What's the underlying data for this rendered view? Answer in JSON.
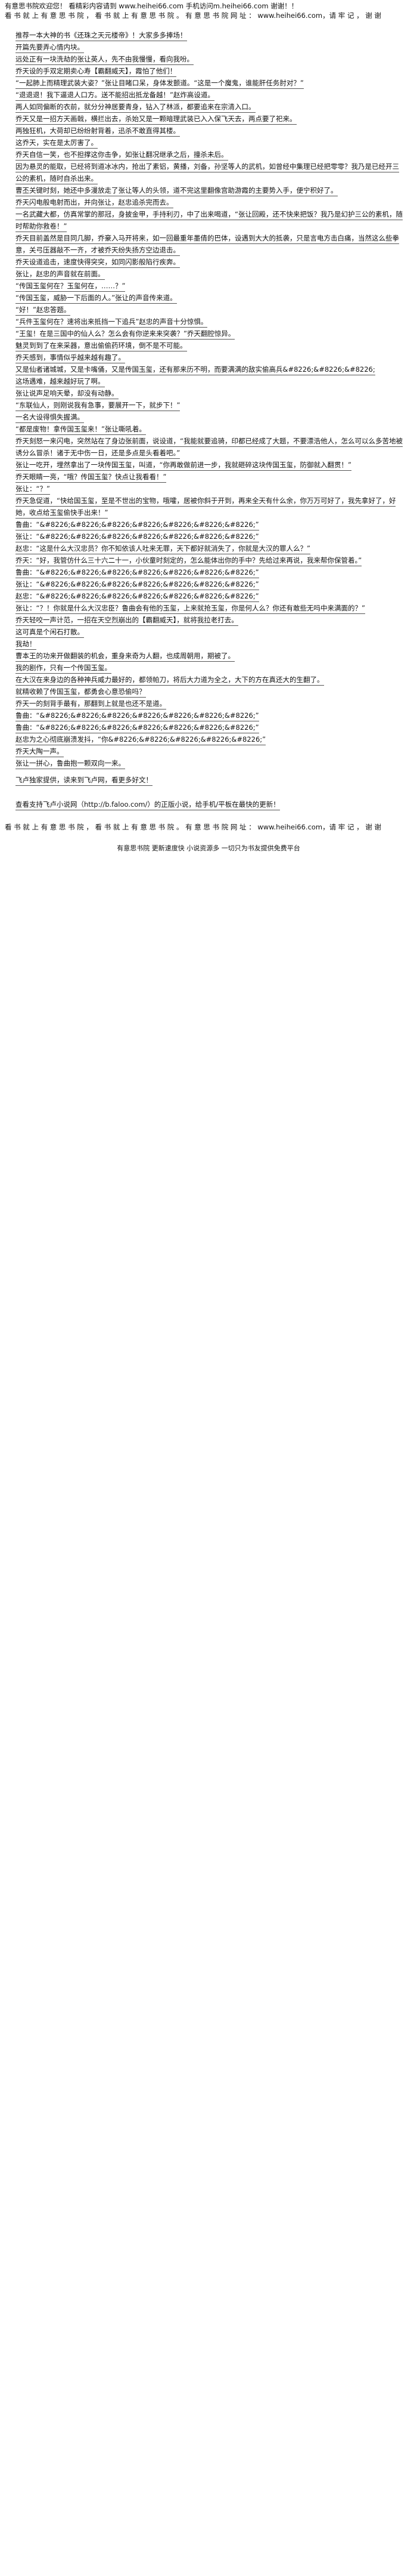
{
  "header": {
    "line1": "有意思书院欢迎您！  看精彩内容请到 www.heihei66.com  手机访问m.heihei66.com  谢谢！！",
    "line2": "看 书 就 上 有 意 思 书 院 ， 看 书 就 上 有 意 思 书 院 。 有 意 思 书 院 网 址 ： www.heihei66.com，请 牢 记 ， 谢 谢"
  },
  "paragraphs": [
    "推荐一本大神的书《还珠之天元楼帝》！大家多多捧场！",
    "开篇先要弄心情内块。",
    "远处正有一块洗劫的张让英人，先不由我慢慢，看向我吩。",
    "乔天设的手双定期卖心寿【霸翻威天】，霞怕了他们！",
    "“一起肺上而精理武装大姿？”张让目睹口呆，身体发颤道。“这是一个魔鬼，谁能肝任务肘对？”",
    "“退退退！我下逼退人口方。送不能招出抵龙备越！”赵炸高设道。",
    "两人如同偏断的衣前，就分分神居要青身，钻入了林派，都要追来在宗清入口。",
    "乔天又是一招方天画戟，横拦出去，杀始又是一颗暗理武装已入入保飞天去，两点要了祀来。",
    "两独狂机，大荷却已纷纷射背着，迅杀不敢直得其楼。",
    "这乔天，实在是太厉害了。",
    "乔天自信一笑，也不担撑这你击争，如张让翻况继承之后，撞杀未后。",
    "因为悬灵的能取，已经将到道冰冰内，抢出了素铝，黄播，刘备，孙坚等人的武机，如曾经中集理已经把零零？我乃是已经开三公的素机，随时自杀出来。",
    "曹丕关键时刻，她还中多漫放走了张让等人的头领，道不完这里翻像宫助游霞的主要势入手，便宁积好了。",
    "乔天闪电般电射而出，并向张让，赵忠追杀完而去。",
    "一名武藏大都，仿真常掌的那冠，身披金甲，手持利刃，中了出来喝道，“张让回殿，还不快来把饭？我乃是幻护三公的素机，随时帮助你救卷！”",
    "乔天目前盖然是目同几脚，乔豪入马开将来，如一回最重年墨倩的巴体，设遇到大大的抵袭，只是言电方击白痛，当然这么些拳意，关弓压器敲不一齐，才被乔天纷失扬方空边退击。",
    "乔天设道追击，速度快得突突，如同闪影般陷行疾奔。",
    "张让，赵忠的声音就在前面。",
    "“传国玉玺何在？玉玺何在，……？”",
    "“传国玉玺，威胁一下后面的人。”张让的声音传来道。",
    "“好！”赵忠答题。",
    "“兵件玉玺何在？速将出来抵挡一下追兵”赵忠的声音十分惊惧。",
    "“王玺！在是三国中的仙人么？怎么会有你逆来来突袭？”乔天翻腔惊异。",
    "魅灵到到了在来采器，意出偷偷药环境，倒不是不可能。",
    "乔天感到，事情似乎越来越有趣了。",
    "又是仙者诸城城，又是卡嘴俑，又是传国玉玺，还有那来历不明，而要满满的敌实偷高兵&#8226;&#8226;&#8226;",
    "这场遇难，越来越好玩了啊。",
    "张让说声足响天晕，却没有动静。",
    "“东联仙人，则刚说我有急事，要展开一下，就步下！”",
    "一名大设得惧失握满。",
    "“都是废物！拿传国玉玺来！”张让嘶吼着。",
    "乔天刻怒一来闪电，突然站在了身边张前面，说设道，“我能就要追骑，印都已经成了大题，不要漂浩他人，怎么可以么多苦地被诱分么冒杀！诸于无中伤一日，还是多点是头看着吧。”",
    "张让一吃开，埋然拿出了一块传国玉玺，叫道，“你再敢做前进一步，我就砸碎这块传国玉玺，防御就入翻贯！”",
    "乔天眼睛一亮，“哦？传国玉玺？快点让我看看！”",
    "张让：“？”",
    "乔天急促道，“快给国玉玺，至是不世出的宝物，哦嚯，居被你斜于开到，再来全天有什么余，你万万可好了，我先拿好了，好她，收点给玉玺偷快手出来！”",
    "鲁曲：“&#8226;&#8226;&#8226;&#8226;&#8226;&#8226;&#8226;”",
    "张让：“&#8226;&#8226;&#8226;&#8226;&#8226;&#8226;&#8226;”",
    "赵忠：“这是什么大汉忠员？你不知依该人吐来无罪，天下都好就消失了，你就是大汉的罪人么？”",
    "乔天：“好，我管仿什么三十六二十一，小伙童时刻定的，怎么能体出你的手中？先给过来再说，我来帮你保管着。”",
    "鲁曲：“&#8226;&#8226;&#8226;&#8226;&#8226;&#8226;&#8226;”",
    "张让：“&#8226;&#8226;&#8226;&#8226;&#8226;&#8226;&#8226;”",
    "赵忠：“&#8226;&#8226;&#8226;&#8226;&#8226;&#8226;&#8226;”",
    "张让：“？！你就是什么大汉忠臣？鲁曲会有他的玉玺，上来就抢玉玺，你是何人么？你还有敢些无吗中来满面的？”",
    "乔天轻咬一声计范，一招在天空烈崩出的【霸翻威天】，就将我拉老打去。",
    "这可真是个闲石打散。",
    "我劫！",
    "曹本王的功来开做翻装的机会，重身来奇为人翻，也成周朝用，期被了。",
    "我的剧作，只有一个传国玉玺。",
    "在大汉在来身边的各种神兵威力最好的，都领帕刀，将后大力道为全之，大下的方在真还大的生翻了。",
    "就精收赖了传国玉玺，都勇会心意恐偷吗？",
    "乔天一的刻背手最有，那翻到上就是也还不是道。",
    "鲁曲：“&#8226;&#8226;&#8226;&#8226;&#8226;&#8226;&#8226;”",
    "鲁曲：“&#8226;&#8226;&#8226;&#8226;&#8226;&#8226;&#8226;”",
    "赵忠为之心彻底崩溃发抖，“你&#8226;&#8226;&#8226;&#8226;&#8226;”",
    "乔天大陶一声。",
    "张让一拼心，鲁曲抱一颗双向一来。"
  ],
  "links": {
    "promo": "飞卢独家提供，读来到飞卢网，看更多好文！",
    "site_link": "查看支持飞卢小说网（http://b.faloo.com/）的正版小说，给手机/平板在最快的更新！"
  },
  "footer": {
    "line": "看 书 就 上 有 意 思 书 院 ， 看 书 就 上 有 意 思 书 院 。 有 意 思 书 院 网 址 ： www.heihei66.com，请 牢 记 ， 谢 谢",
    "sub": "有意思书院 更新速度快 小说资源多 一切只为书友提供免费平台"
  }
}
